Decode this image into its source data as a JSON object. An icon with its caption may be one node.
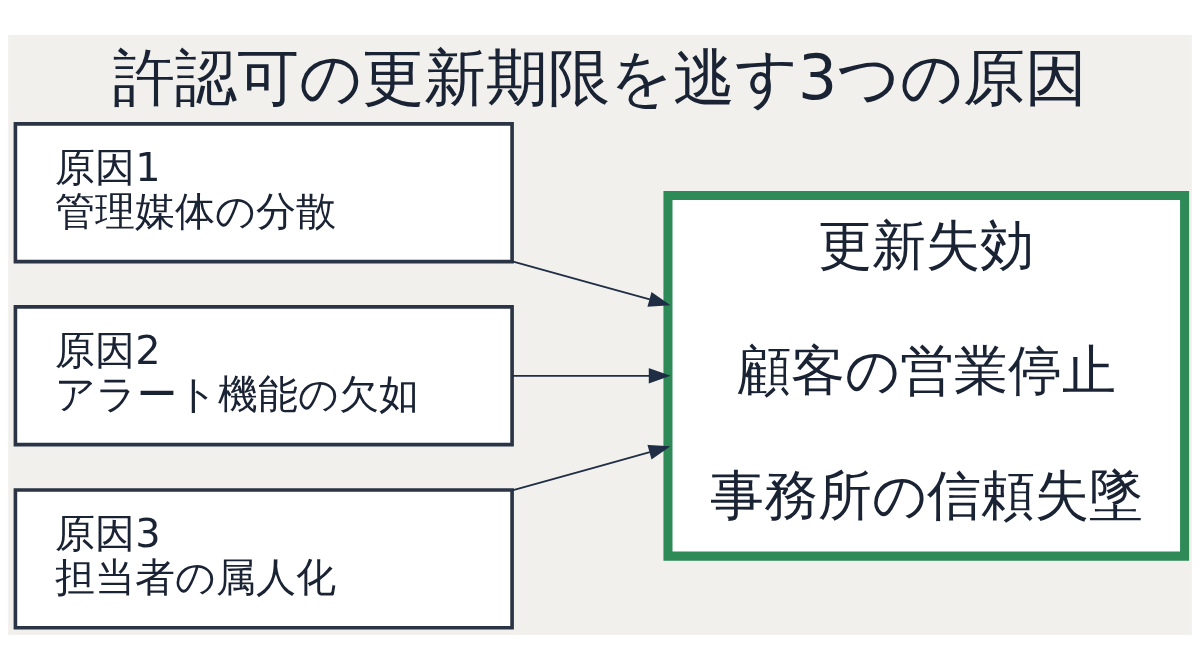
{
  "diagram": {
    "title": "許認可の更新期限を逃す3つの原因",
    "nodes": [
      {
        "text": [
          "原因1",
          "管理媒体の分散"
        ]
      },
      {
        "text": [
          "原因2",
          "アラート機能の欠如"
        ]
      },
      {
        "text": [
          "原因3",
          "担当者の属人化"
        ]
      },
      {
        "text": [
          "更新失効",
          "顧客の営業停止",
          "事務所の信頼失墜"
        ]
      }
    ],
    "edges": [
      {
        "from": 0,
        "to": 3,
        "arrow": "to"
      },
      {
        "from": 1,
        "to": 3,
        "arrow": "to"
      },
      {
        "from": 2,
        "to": 3,
        "arrow": "to"
      }
    ]
  }
}
